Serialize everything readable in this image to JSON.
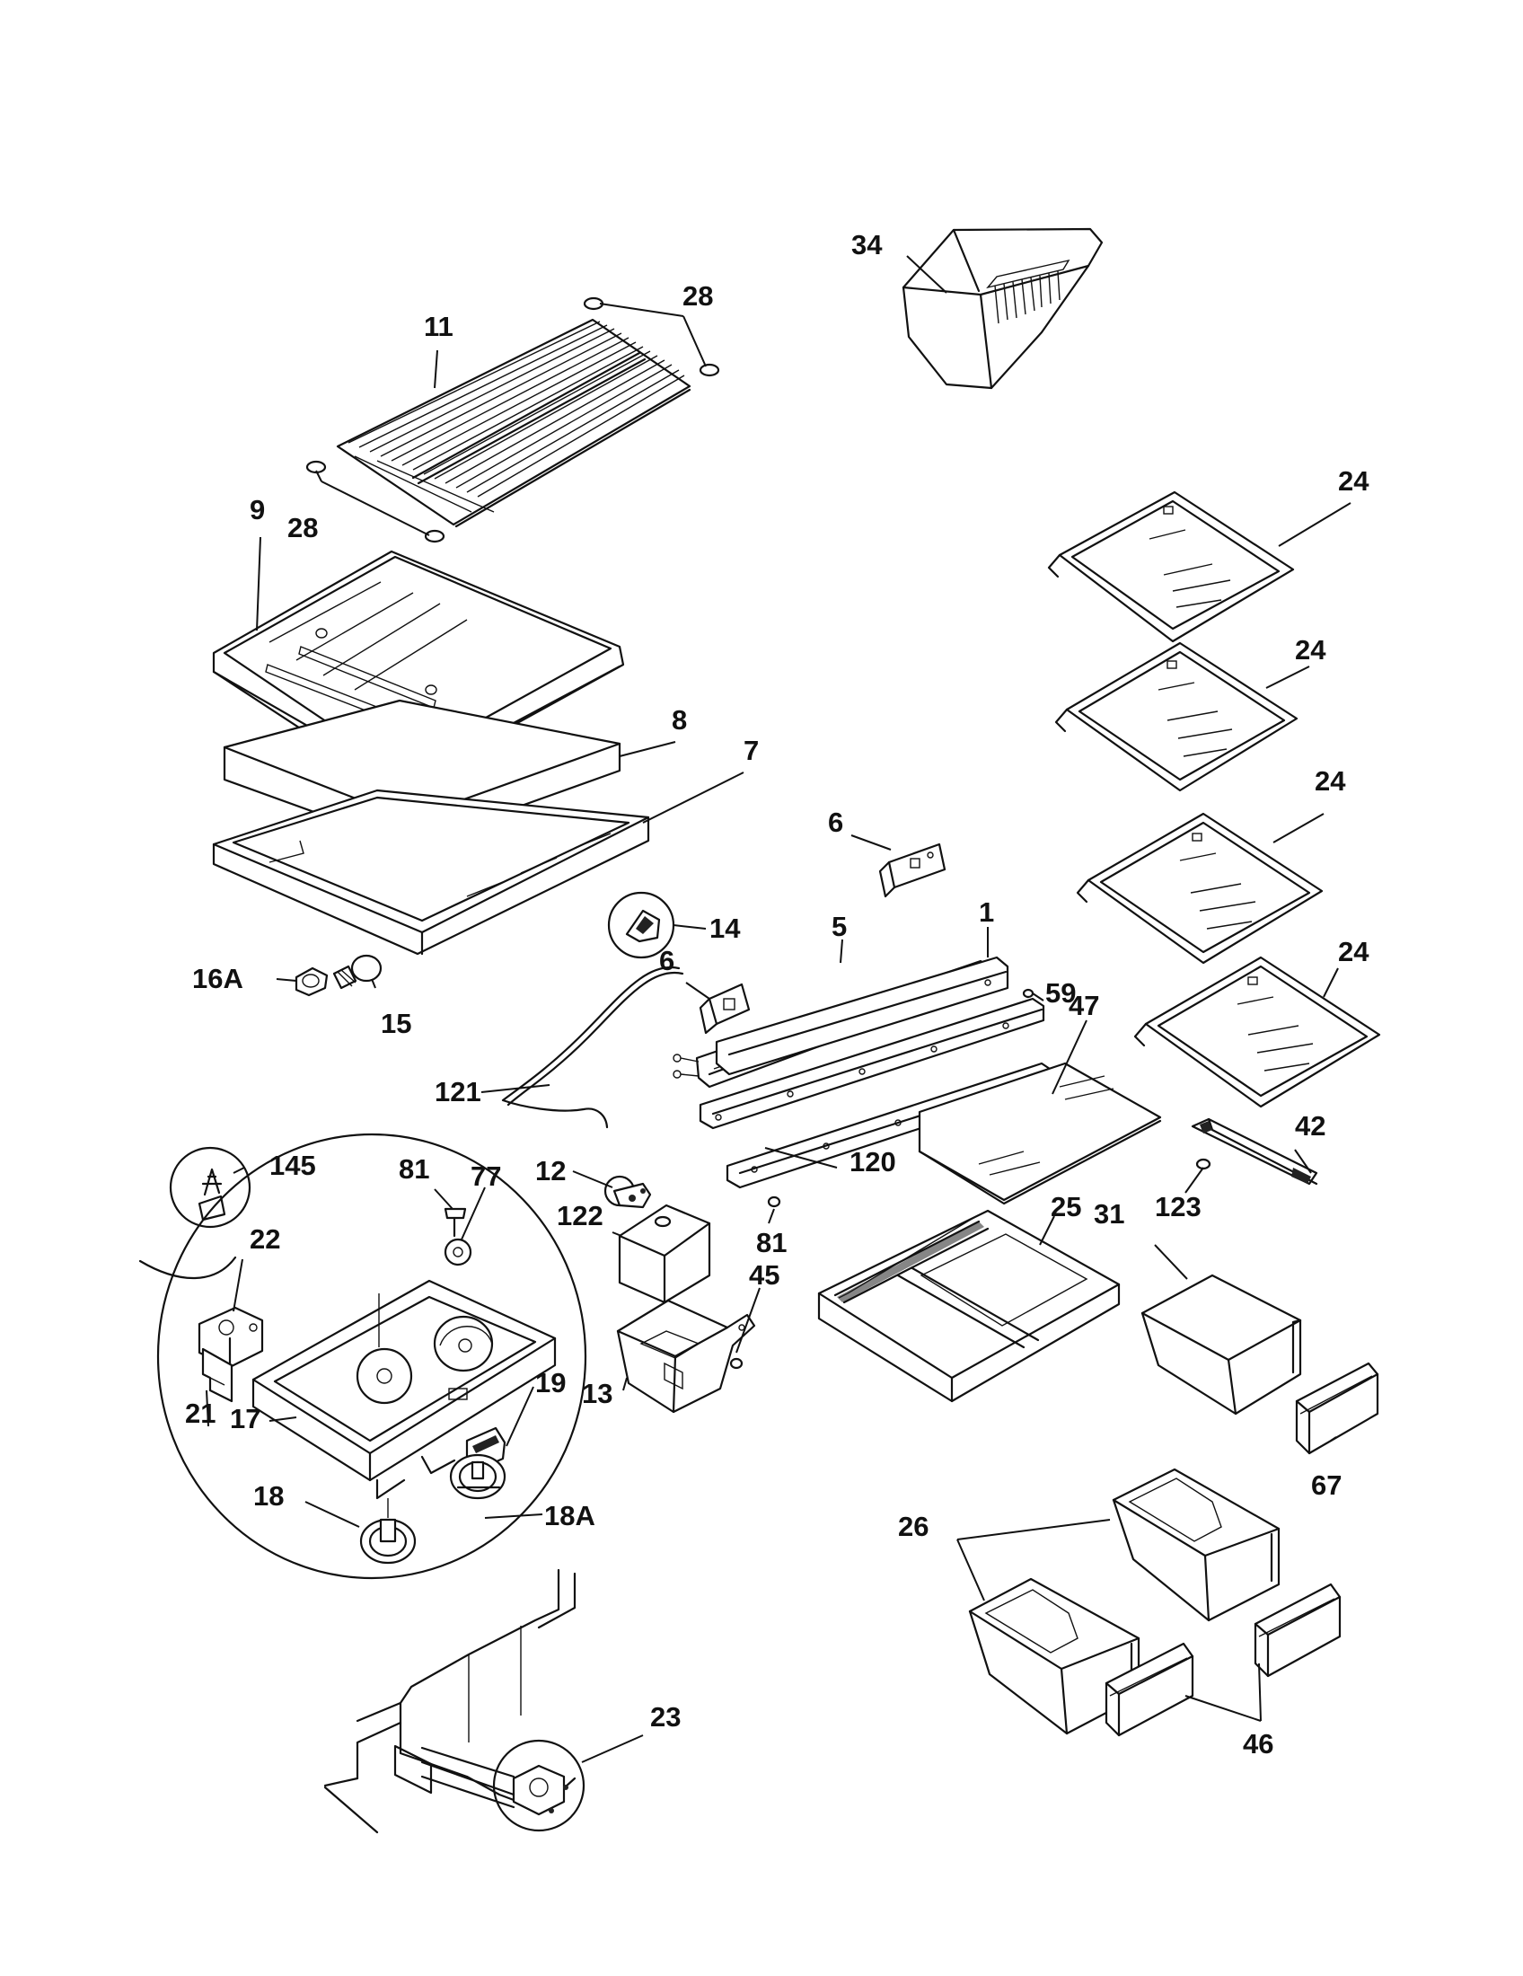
{
  "diagram": {
    "callouts": {
      "c34": "34",
      "c28a": "28",
      "c11": "11",
      "c28b": "28",
      "c9": "9",
      "c24a": "24",
      "c24b": "24",
      "c24c": "24",
      "c24d": "24",
      "c8": "8",
      "c7": "7",
      "c6a": "6",
      "c1": "1",
      "c5": "5",
      "c14": "14",
      "c6b": "6",
      "c59": "59",
      "c47": "47",
      "c16A": "16A",
      "c15": "15",
      "c121": "121",
      "c42": "42",
      "c145": "145",
      "c81a": "81",
      "c77": "77",
      "c12": "12",
      "c120": "120",
      "c123": "123",
      "c122": "122",
      "c25": "25",
      "c31": "31",
      "c22": "22",
      "c81b": "81",
      "c45": "45",
      "c19": "19",
      "c13": "13",
      "c21": "21",
      "c17": "17",
      "c67": "67",
      "c18": "18",
      "c18A": "18A",
      "c26": "26",
      "c23": "23",
      "c46": "46"
    }
  }
}
